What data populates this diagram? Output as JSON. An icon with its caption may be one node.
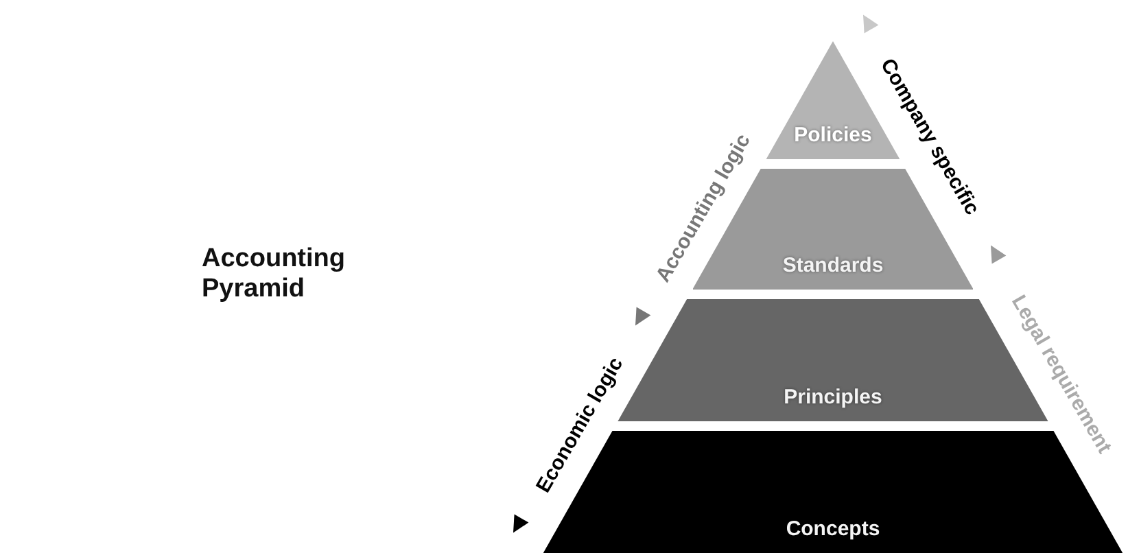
{
  "diagram": {
    "title": "Accounting Pyramid",
    "nodes": [
      {
        "text": [
          "Policies"
        ]
      },
      {
        "text": [
          "Standards"
        ]
      },
      {
        "text": [
          "Principles"
        ]
      },
      {
        "text": [
          "Concepts"
        ]
      }
    ],
    "labels": [
      "Company specific",
      "Accounting logic",
      "Legal requirement",
      "Economic logic"
    ]
  }
}
